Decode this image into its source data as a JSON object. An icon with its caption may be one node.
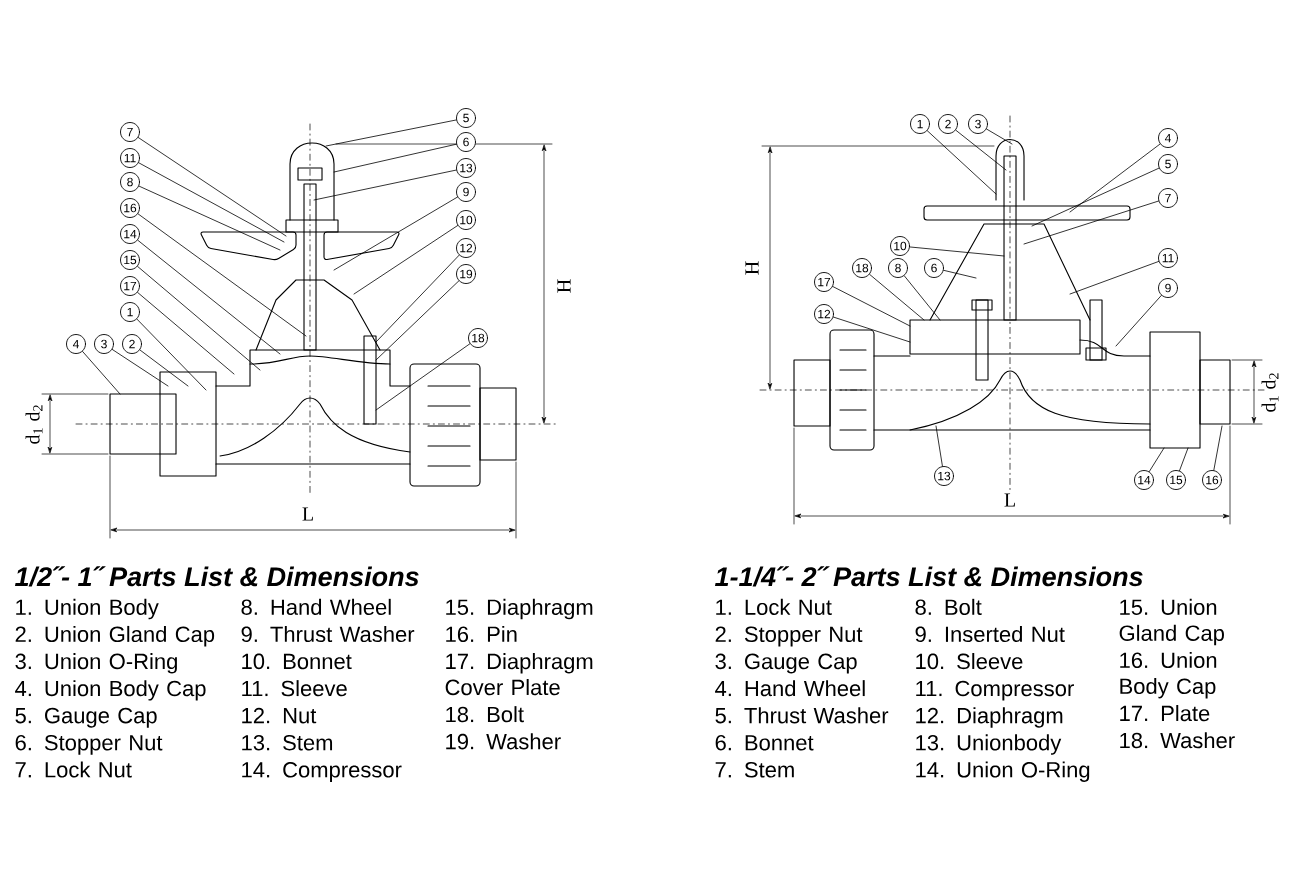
{
  "diagram": {
    "nodes": [
      {
        "text": [
          "7"
        ]
      },
      {
        "text": [
          "11"
        ]
      },
      {
        "text": [
          "8"
        ]
      },
      {
        "text": [
          "16"
        ]
      },
      {
        "text": [
          "14"
        ]
      },
      {
        "text": [
          "15"
        ]
      },
      {
        "text": [
          "17"
        ]
      },
      {
        "text": [
          "1"
        ]
      },
      {
        "text": [
          "4"
        ]
      },
      {
        "text": [
          "3"
        ]
      },
      {
        "text": [
          "2"
        ]
      },
      {
        "text": [
          "5"
        ]
      },
      {
        "text": [
          "6"
        ]
      },
      {
        "text": [
          "13"
        ]
      },
      {
        "text": [
          "9"
        ]
      },
      {
        "text": [
          "10"
        ]
      },
      {
        "text": [
          "12"
        ]
      },
      {
        "text": [
          "19"
        ]
      },
      {
        "text": [
          "18"
        ]
      },
      {
        "text": [
          "1"
        ]
      },
      {
        "text": [
          "2"
        ]
      },
      {
        "text": [
          "3"
        ]
      },
      {
        "text": [
          "4"
        ]
      },
      {
        "text": [
          "5"
        ]
      },
      {
        "text": [
          "7"
        ]
      },
      {
        "text": [
          "10"
        ]
      },
      {
        "text": [
          "18"
        ]
      },
      {
        "text": [
          "8"
        ]
      },
      {
        "text": [
          "6"
        ]
      },
      {
        "text": [
          "11"
        ]
      },
      {
        "text": [
          "17"
        ]
      },
      {
        "text": [
          "9"
        ]
      },
      {
        "text": [
          "12"
        ]
      },
      {
        "text": [
          "13"
        ]
      },
      {
        "text": [
          "14"
        ]
      },
      {
        "text": [
          "15"
        ]
      },
      {
        "text": [
          "16"
        ]
      }
    ],
    "edges": [
      {
        "from": 0,
        "to": null,
        "arrow": "none"
      },
      {
        "from": 1,
        "to": null,
        "arrow": "none"
      },
      {
        "from": 2,
        "to": null,
        "arrow": "none"
      },
      {
        "from": 3,
        "to": null,
        "arrow": "none"
      },
      {
        "from": 4,
        "to": null,
        "arrow": "none"
      },
      {
        "from": 5,
        "to": null,
        "arrow": "none"
      },
      {
        "from": 6,
        "to": null,
        "arrow": "none"
      },
      {
        "from": 7,
        "to": null,
        "arrow": "none"
      },
      {
        "from": 8,
        "to": null,
        "arrow": "none"
      },
      {
        "from": 9,
        "to": null,
        "arrow": "none"
      },
      {
        "from": 10,
        "to": null,
        "arrow": "none"
      },
      {
        "from": 11,
        "to": null,
        "arrow": "none"
      },
      {
        "from": 12,
        "to": null,
        "arrow": "none"
      },
      {
        "from": 13,
        "to": null,
        "arrow": "none"
      },
      {
        "from": 14,
        "to": null,
        "arrow": "none"
      },
      {
        "from": 15,
        "to": null,
        "arrow": "none"
      },
      {
        "from": 16,
        "to": null,
        "arrow": "none"
      },
      {
        "from": 17,
        "to": null,
        "arrow": "none"
      },
      {
        "from": 18,
        "to": null,
        "arrow": "none"
      },
      {
        "from": 19,
        "to": null,
        "arrow": "none"
      },
      {
        "from": 20,
        "to": null,
        "arrow": "none"
      },
      {
        "from": 21,
        "to": null,
        "arrow": "none"
      },
      {
        "from": 22,
        "to": null,
        "arrow": "none"
      },
      {
        "from": 23,
        "to": null,
        "arrow": "none"
      },
      {
        "from": 24,
        "to": null,
        "arrow": "none"
      },
      {
        "from": 25,
        "to": null,
        "arrow": "none"
      },
      {
        "from": 26,
        "to": null,
        "arrow": "none"
      },
      {
        "from": 27,
        "to": null,
        "arrow": "none"
      },
      {
        "from": 28,
        "to": null,
        "arrow": "none"
      },
      {
        "from": 29,
        "to": null,
        "arrow": "none"
      },
      {
        "from": 30,
        "to": null,
        "arrow": "none"
      },
      {
        "from": 31,
        "to": null,
        "arrow": "none"
      },
      {
        "from": 32,
        "to": null,
        "arrow": "none"
      },
      {
        "from": 33,
        "to": null,
        "arrow": "none"
      },
      {
        "from": 34,
        "to": null,
        "arrow": "none"
      },
      {
        "from": 35,
        "to": null,
        "arrow": "none"
      },
      {
        "from": 36,
        "to": null,
        "arrow": "none"
      }
    ],
    "labels": [
      "H",
      "L",
      "d$_{1}$ d$_{2}$",
      "H",
      "L",
      "d$_{1}$ d$_{2}$",
      "1/2˝- 1˝ Parts List & Dimensions",
      "1. Union Body",
      "2. Union Gland Cap",
      "3. Union O-Ring",
      "4. Union Body Cap",
      "5. Gauge Cap",
      "6. Stopper Nut",
      "7. Lock Nut",
      "8. Hand Wheel",
      "9. Thrust Washer",
      "10. Bonnet",
      "11. Sleeve",
      "12. Nut",
      "13. Stem",
      "14. Compressor",
      "15. Diaphragm",
      "16. Pin",
      "17. Diaphragm Cover Plate",
      "18. Bolt",
      "19. Washer",
      "1-1/4˝- 2˝ Parts List & Dimensions",
      "1. Lock Nut",
      "2. Stopper Nut",
      "3. Gauge Cap",
      "4. Hand Wheel",
      "5. Thrust Washer",
      "6. Bonnet",
      "7. Stem",
      "8. Bolt",
      "9. Inserted Nut",
      "10. Sleeve",
      "11. Compressor",
      "12. Diaphragm",
      "13. Unionbody",
      "14. Union O-Ring",
      "15. Union Gland Cap",
      "16. Union Body Cap",
      "17. Plate",
      "18. Washer"
    ]
  }
}
